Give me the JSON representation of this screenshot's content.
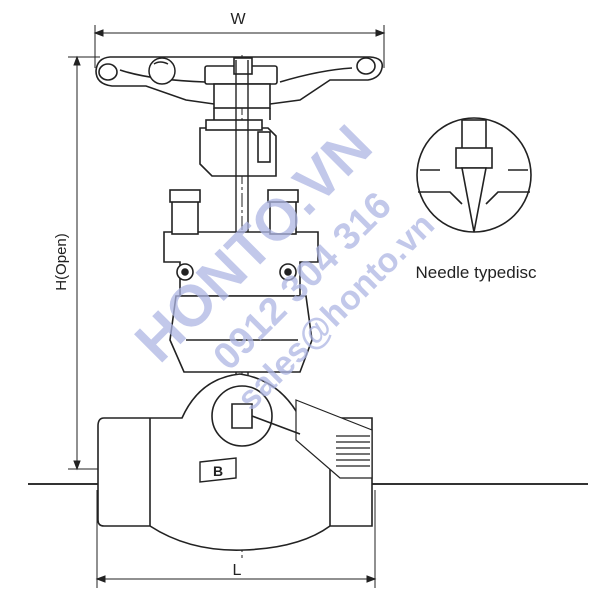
{
  "labels": {
    "width": "W",
    "height": "H(Open)",
    "length": "L",
    "section_marker": "B",
    "detail_caption": "Needle typedisc"
  },
  "watermark": {
    "brand": "HONTO.VN",
    "phone": "0912 304 316",
    "email": "sales@honto.vn"
  },
  "colors": {
    "line": "#222222",
    "watermark": "#aeb6e3",
    "background": "#ffffff"
  }
}
